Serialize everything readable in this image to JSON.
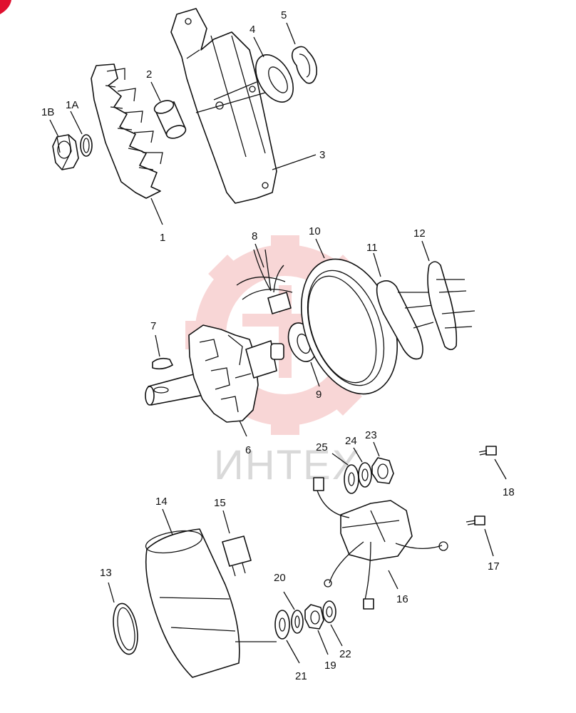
{
  "diagram": {
    "watermark_text": "ИНТЕХ",
    "colors": {
      "line": "#111111",
      "watermark_red": "#f4b5b5",
      "watermark_gray": "#d9d9d9",
      "corner_mark": "#e0102f"
    },
    "labels": {
      "l1": "1",
      "l1a": "1A",
      "l1b": "1B",
      "l2": "2",
      "l3": "3",
      "l4": "4",
      "l5": "5",
      "l6": "6",
      "l7": "7",
      "l8": "8",
      "l9": "9",
      "l10": "10",
      "l11": "11",
      "l12": "12",
      "l13": "13",
      "l14": "14",
      "l15": "15",
      "l16": "16",
      "l17": "17",
      "l18": "18",
      "l19": "19",
      "l20": "20",
      "l21": "21",
      "l22": "22",
      "l23": "23",
      "l24": "24",
      "l25": "25"
    }
  }
}
